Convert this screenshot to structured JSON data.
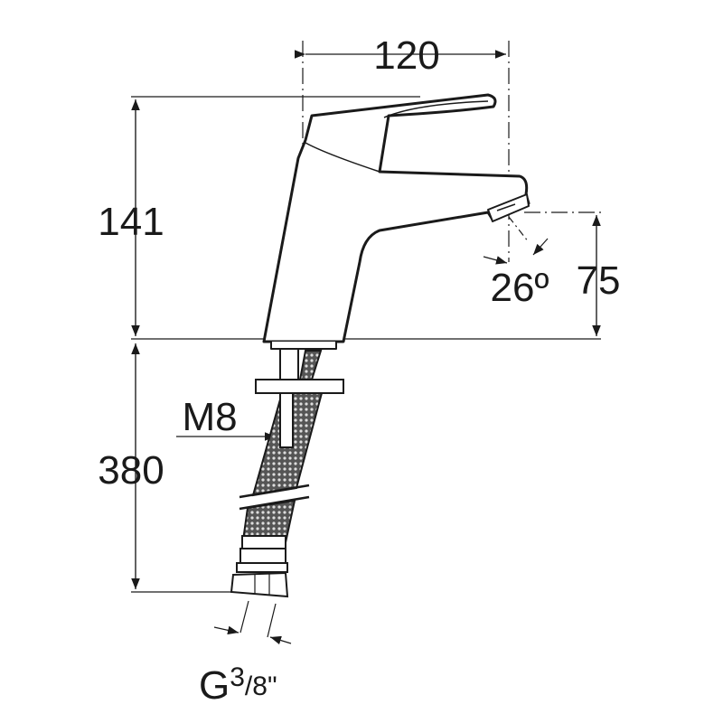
{
  "dimensions": {
    "width": "120",
    "height_total": "141",
    "spout_height": "75",
    "spout_angle": "26º",
    "hose_length": "380",
    "stud_thread": "M8",
    "hose_thread_prefix": "G",
    "hose_thread_num": "3",
    "hose_thread_den": "/8\""
  },
  "colors": {
    "line": "#1a1a1a",
    "background": "#ffffff"
  }
}
